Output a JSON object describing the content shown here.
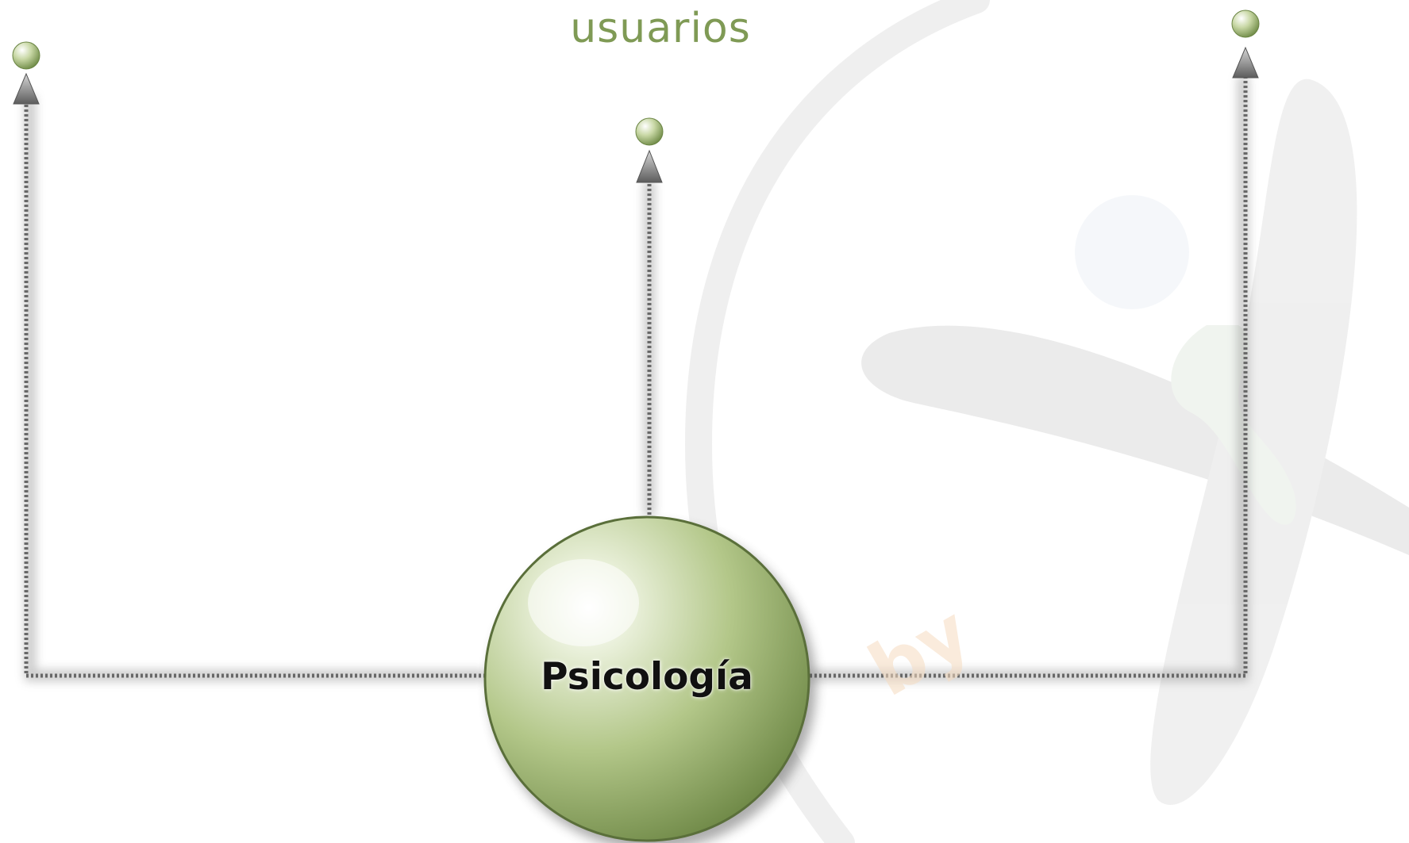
{
  "diagram": {
    "title": "usuarios",
    "hub": {
      "label": "Psicología"
    },
    "branch_count": 3
  },
  "colors": {
    "title": "#7f9a55",
    "hub_light": "#eef3e2",
    "hub_mid": "#b5c98c",
    "hub_dark": "#6f8a47",
    "connector": "#6b6b6b",
    "watermark": "#e3e3e3"
  }
}
